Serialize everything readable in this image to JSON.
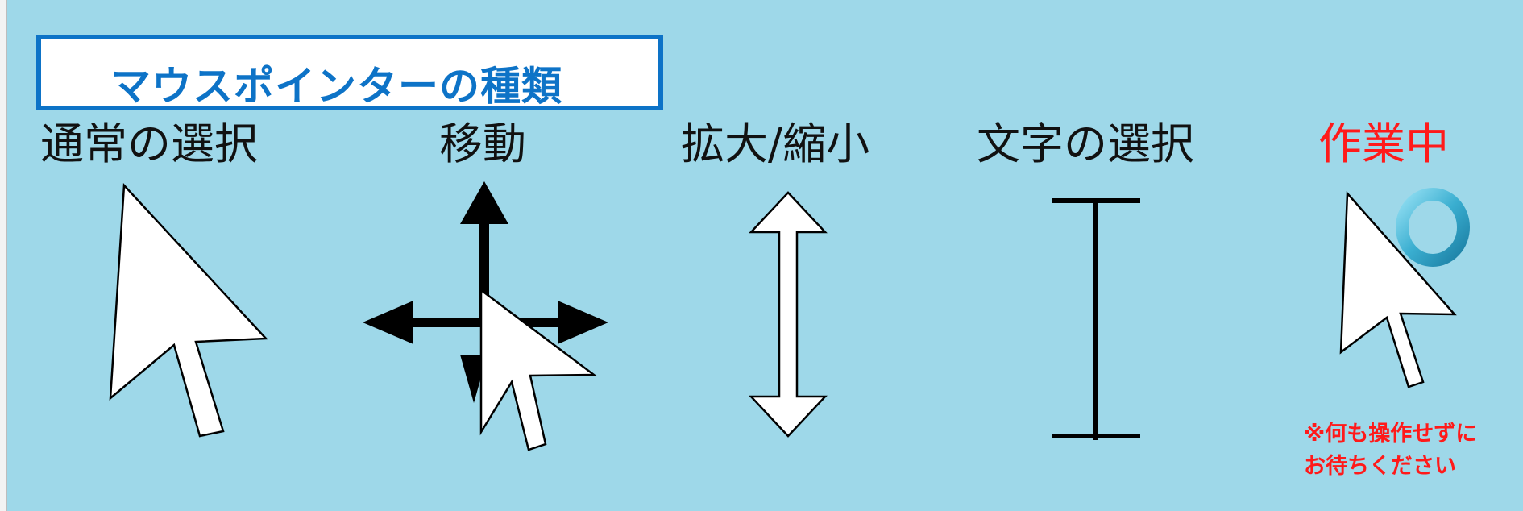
{
  "title": "マウスポインターの種類",
  "categories": [
    {
      "label": "通常の選択",
      "icon": "arrow-pointer-icon"
    },
    {
      "label": "移動",
      "icon": "move-cursor-icon"
    },
    {
      "label": "拡大/縮小",
      "icon": "resize-vertical-icon"
    },
    {
      "label": "文字の選択",
      "icon": "text-ibeam-icon"
    },
    {
      "label": "作業中",
      "icon": "busy-cursor-icon"
    }
  ],
  "busy_note": {
    "line1": "※何も操作せずに",
    "line2": "お待ちください"
  },
  "colors": {
    "background": "#9ed8e9",
    "title": "#0d73c7",
    "busy": "#ff1a1a"
  }
}
